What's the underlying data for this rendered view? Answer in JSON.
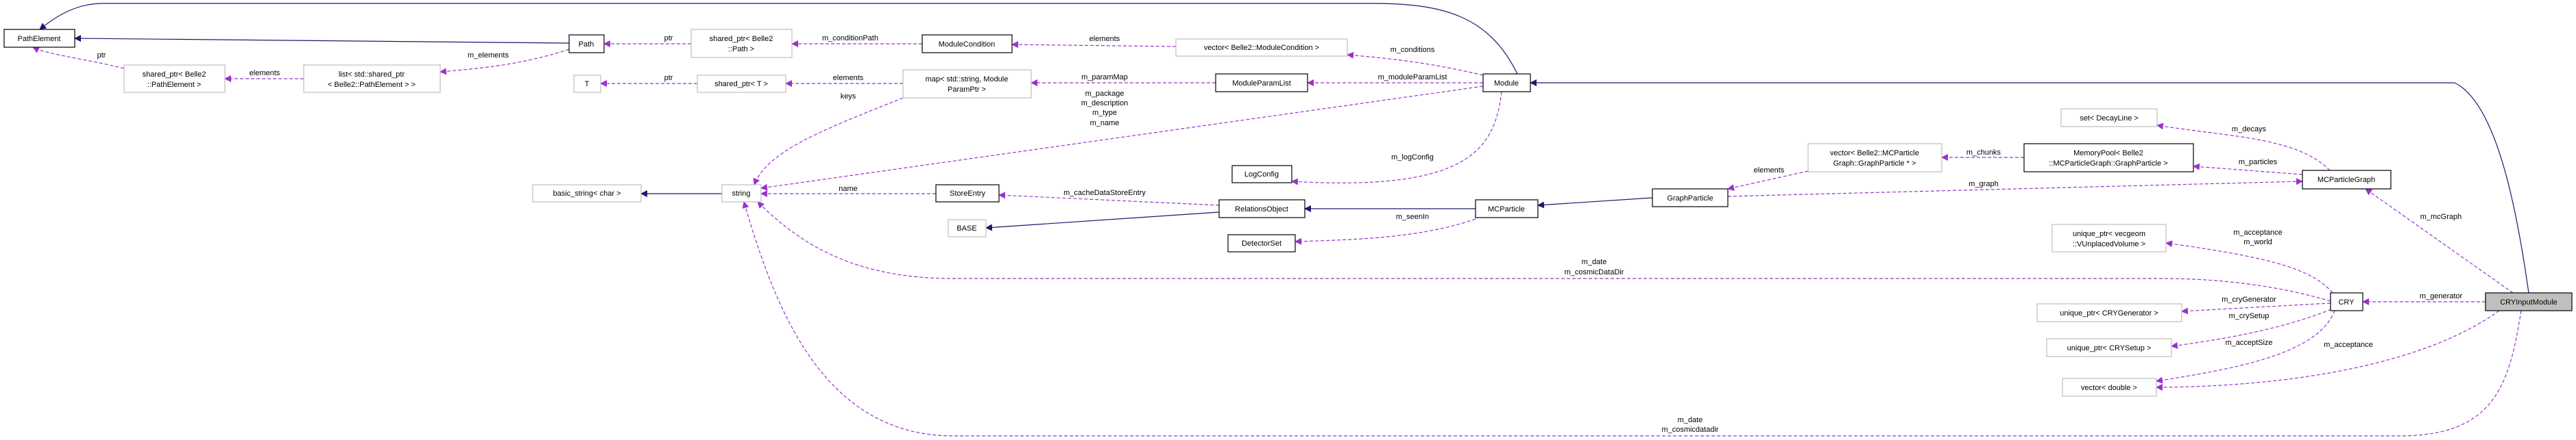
{
  "colors": {
    "inheritance": "#191970",
    "usage": "#9a32cd",
    "current_node_fill": "#bfbfbf",
    "external_border": "#bfbfbf"
  },
  "nodes": {
    "path_element": "PathElement",
    "path": "Path",
    "shared_ptr_path": [
      "shared_ptr< Belle2",
      "::Path >"
    ],
    "module_condition": "ModuleCondition",
    "vector_module_condition": "vector< Belle2::ModuleCondition >",
    "module": "Module",
    "shared_ptr_path_element": [
      "shared_ptr< Belle2",
      "::PathElement >"
    ],
    "list_path_element": [
      "list< std::shared_ptr",
      "< Belle2::PathElement > >"
    ],
    "t": "T",
    "shared_ptr_t": "shared_ptr< T >",
    "map_param": [
      "map< std::string, Module",
      "ParamPtr >"
    ],
    "module_param_list": "ModuleParamList",
    "log_config": "LogConfig",
    "basic_string": "basic_string< char >",
    "string": "string",
    "store_entry": "StoreEntry",
    "relations_object": "RelationsObject",
    "base": "BASE",
    "detector_set": "DetectorSet",
    "mc_particle": "MCParticle",
    "graph_particle": "GraphParticle",
    "vector_graph_particle": [
      "vector< Belle2::MCParticle",
      "Graph::GraphParticle * >"
    ],
    "memory_pool": [
      "MemoryPool< Belle2",
      "::MCParticleGraph::GraphParticle >"
    ],
    "set_decay_line": "set< DecayLine >",
    "mc_particle_graph": "MCParticleGraph",
    "unique_ptr_vecgeom": [
      "unique_ptr< vecgeom",
      "::VUnplacedVolume >"
    ],
    "cry": "CRY",
    "cry_input_module": "CRYInputModule",
    "unique_ptr_cry_generator": "unique_ptr< CRYGenerator >",
    "unique_ptr_cry_setup": "unique_ptr< CRYSetup >",
    "vector_double": "vector< double >"
  },
  "edge_labels": {
    "ptr_path_element": "ptr",
    "elements_list": "elements",
    "m_elements": "m_elements",
    "ptr_path": "ptr",
    "m_condition_path": "m_conditionPath",
    "elements_conditions": "elements",
    "m_conditions": "m_conditions",
    "ptr_t": "ptr",
    "elements_map": "elements",
    "keys": "keys",
    "m_param_map": "m_paramMap",
    "m_module_param_list": "m_moduleParamList",
    "module_strings": [
      "m_package",
      "m_description",
      "m_type",
      "m_name"
    ],
    "m_log_config": "m_logConfig",
    "name": "name",
    "m_cache_data_store_entry": "m_cacheDataStoreEntry",
    "m_seen_in": "m_seenIn",
    "elements_graph": "elements",
    "m_chunks": "m_chunks",
    "m_particles": "m_particles",
    "m_decays": "m_decays",
    "m_graph": "m_graph",
    "m_mc_graph": "m_mcGraph",
    "m_generator": "m_generator",
    "cry_world": [
      "m_acceptance",
      "m_world"
    ],
    "cry_strings": [
      "m_date",
      "m_cosmicDataDir"
    ],
    "m_cry_generator": "m_cryGenerator",
    "m_cry_setup": "m_crySetup",
    "m_accept_size": "m_acceptSize",
    "m_acceptance": "m_acceptance",
    "module_cry_strings": [
      "m_date",
      "m_cosmicdatadir"
    ]
  }
}
